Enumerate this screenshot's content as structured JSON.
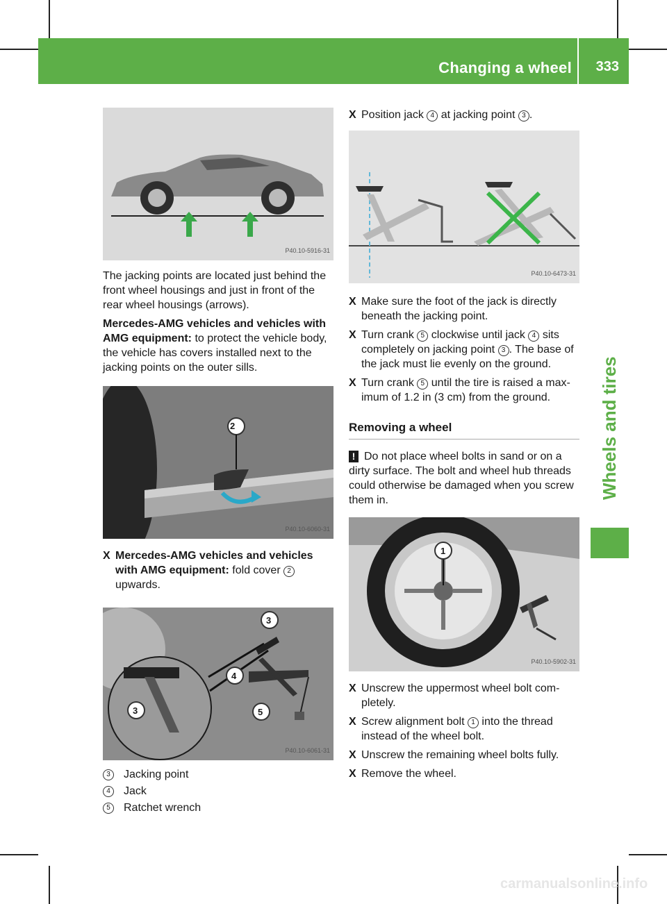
{
  "header": {
    "title": "Changing a wheel",
    "page_number": "333"
  },
  "side_tab": "Wheels and tires",
  "left": {
    "fig1_code": "P40.10-5916-31",
    "para1": "The jacking points are located just behind the front wheel housings and just in front of the rear wheel housings (arrows).",
    "para2_bold": "Mercedes-AMG vehicles and vehicles with AMG equipment:",
    "para2_rest": " to protect the vehicle body, the vehicle has covers installed next to the jacking points on the outer sills.",
    "fig2_code": "P40.10-6060-31",
    "step_bold": "Mercedes-AMG vehicles and vehicles with AMG equipment:",
    "step_rest_a": " fold cover ",
    "step_rest_b": " upwards.",
    "fig3_code": "P40.10-6061-31",
    "legend": [
      {
        "num": "3",
        "label": "Jacking point"
      },
      {
        "num": "4",
        "label": "Jack"
      },
      {
        "num": "5",
        "label": "Ratchet wrench"
      }
    ]
  },
  "right": {
    "step1_a": "Position jack ",
    "step1_b": " at jacking point ",
    "step1_c": ".",
    "fig4_code": "P40.10-6473-31",
    "step2": "Make sure the foot of the jack is directly beneath the jacking point.",
    "step3_a": "Turn crank ",
    "step3_b": " clockwise until jack ",
    "step3_c": " sits completely on jacking point ",
    "step3_d": ". The base of the jack must lie evenly on the ground.",
    "step4_a": "Turn crank ",
    "step4_b": " until the tire is raised a max-imum of 1.2 in (3 cm) from the ground.",
    "section_title": "Removing a wheel",
    "warning_mark": "!",
    "warning": "Do not place wheel bolts in sand or on a dirty surface. The bolt and wheel hub threads could otherwise be damaged when you screw them in.",
    "fig5_code": "P40.10-5902-31",
    "step5": "Unscrew the uppermost wheel bolt com-pletely.",
    "step6_a": "Screw alignment bolt ",
    "step6_b": " into the thread instead of the wheel bolt.",
    "step7": "Unscrew the remaining wheel bolts fully.",
    "step8": "Remove the wheel."
  },
  "callouts": {
    "one": "1",
    "two": "2",
    "three": "3",
    "four": "4",
    "five": "5"
  },
  "step_mark": "X",
  "footer_watermark": "carmanualsonline.info",
  "colors": {
    "accent": "#5daf48",
    "arrow": "#3aa84a",
    "cross": "#3cb54a"
  }
}
